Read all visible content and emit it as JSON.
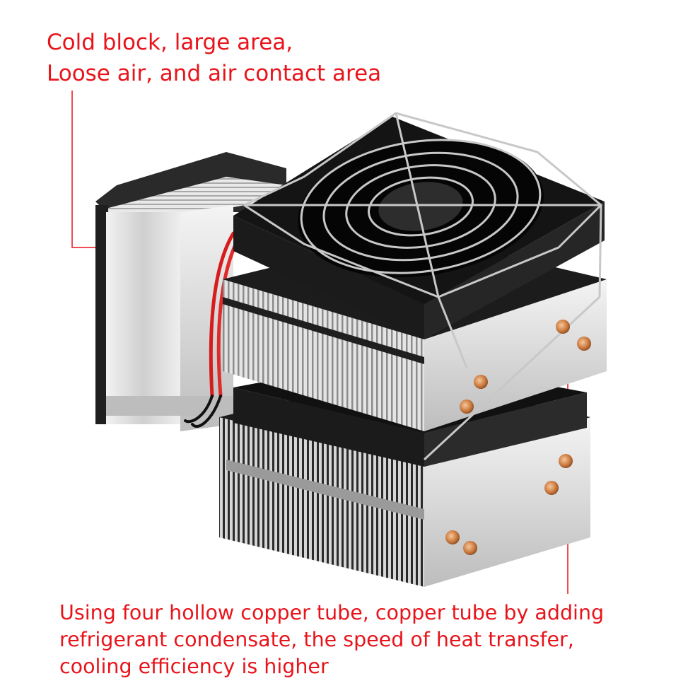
{
  "captions": {
    "top": [
      "Cold block, large area,",
      "Loose air, and air contact area"
    ],
    "bottom": [
      "Using four hollow copper tube, copper tube by adding",
      "refrigerant condensate, the speed of heat transfer,",
      "cooling efficiency is higher"
    ]
  },
  "colors": {
    "caption_text": "#e8141b",
    "leader_line": "#e8141b",
    "fan_frame": "#1b1b1b",
    "heatsink": "#d9d9d9",
    "copper": "#c9783e"
  }
}
